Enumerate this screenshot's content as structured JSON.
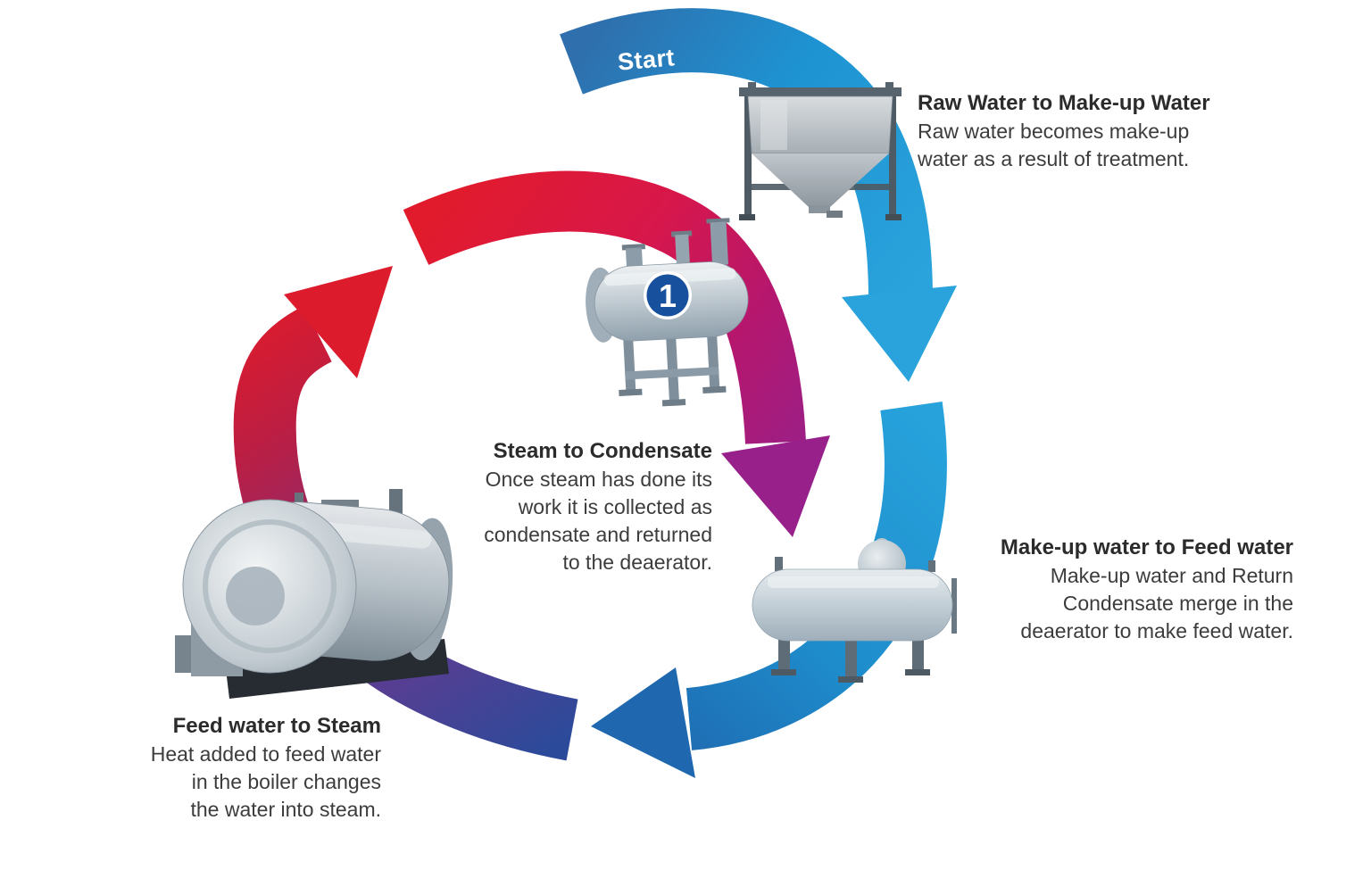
{
  "start": {
    "label": "Start"
  },
  "badge": {
    "number": "1"
  },
  "stages": [
    {
      "id": "raw-water",
      "heading": "Raw Water to Make-up Water",
      "lines": [
        "Raw water becomes make-up",
        "water as a result of treatment."
      ]
    },
    {
      "id": "makeup-to-feed",
      "heading": "Make-up water to Feed water",
      "lines": [
        "Make-up water and Return",
        "Condensate merge in the",
        "deaerator to make feed water."
      ]
    },
    {
      "id": "feed-to-steam",
      "heading": "Feed water to Steam",
      "lines": [
        "Heat added to feed water",
        "in the boiler changes",
        "the water into steam."
      ]
    },
    {
      "id": "steam-to-condensate",
      "heading": "Steam to Condensate",
      "lines": [
        "Once steam has done its",
        "work it is collected as",
        "condensate and returned",
        "to the deaerator."
      ]
    }
  ],
  "equipment": [
    {
      "name": "raw-water-treatment-tank"
    },
    {
      "name": "steam-vessel"
    },
    {
      "name": "deaerator-tank"
    },
    {
      "name": "boiler"
    }
  ],
  "colors": {
    "arrow_blue_bright": "#29A3DC",
    "arrow_blue_medium": "#1E93D2",
    "arrow_blue_dark": "#1F68AF",
    "arrow_navy": "#2C4A9A",
    "arrow_purple": "#5C3D92",
    "arrow_magenta": "#97208A",
    "arrow_crimson": "#BD1E42",
    "arrow_red": "#DC1B2D",
    "badge_blue": "#17509D",
    "text_dark": "#3C3C3C",
    "background": "#FFFFFF"
  }
}
